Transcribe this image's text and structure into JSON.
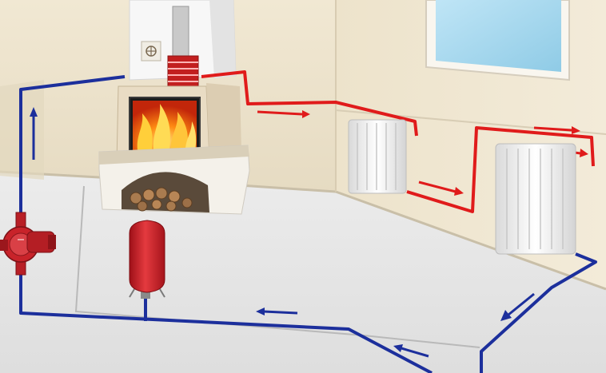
{
  "diagram": {
    "kind": "fireplace water heating circuit",
    "labels": [],
    "colors": {
      "hot_pipe": "#e01b1b",
      "cold_pipe": "#1c2f9c",
      "wall": "#ece2cc",
      "floor": "#e4e4e4",
      "fire": "#ff6a00",
      "expansion_tank": "#d5232a",
      "pump": "#c8232a",
      "radiator": "#f4f4f4",
      "window_glass": "#a9d9ef"
    },
    "components": [
      {
        "id": "fireplace",
        "icon": "fireplace-icon"
      },
      {
        "id": "radiator-left",
        "icon": "radiator-icon"
      },
      {
        "id": "radiator-right",
        "icon": "radiator-icon"
      },
      {
        "id": "circulation-pump",
        "icon": "pump-icon"
      },
      {
        "id": "expansion-tank",
        "icon": "expansion-tank-icon"
      },
      {
        "id": "window",
        "icon": "window-icon"
      }
    ]
  }
}
